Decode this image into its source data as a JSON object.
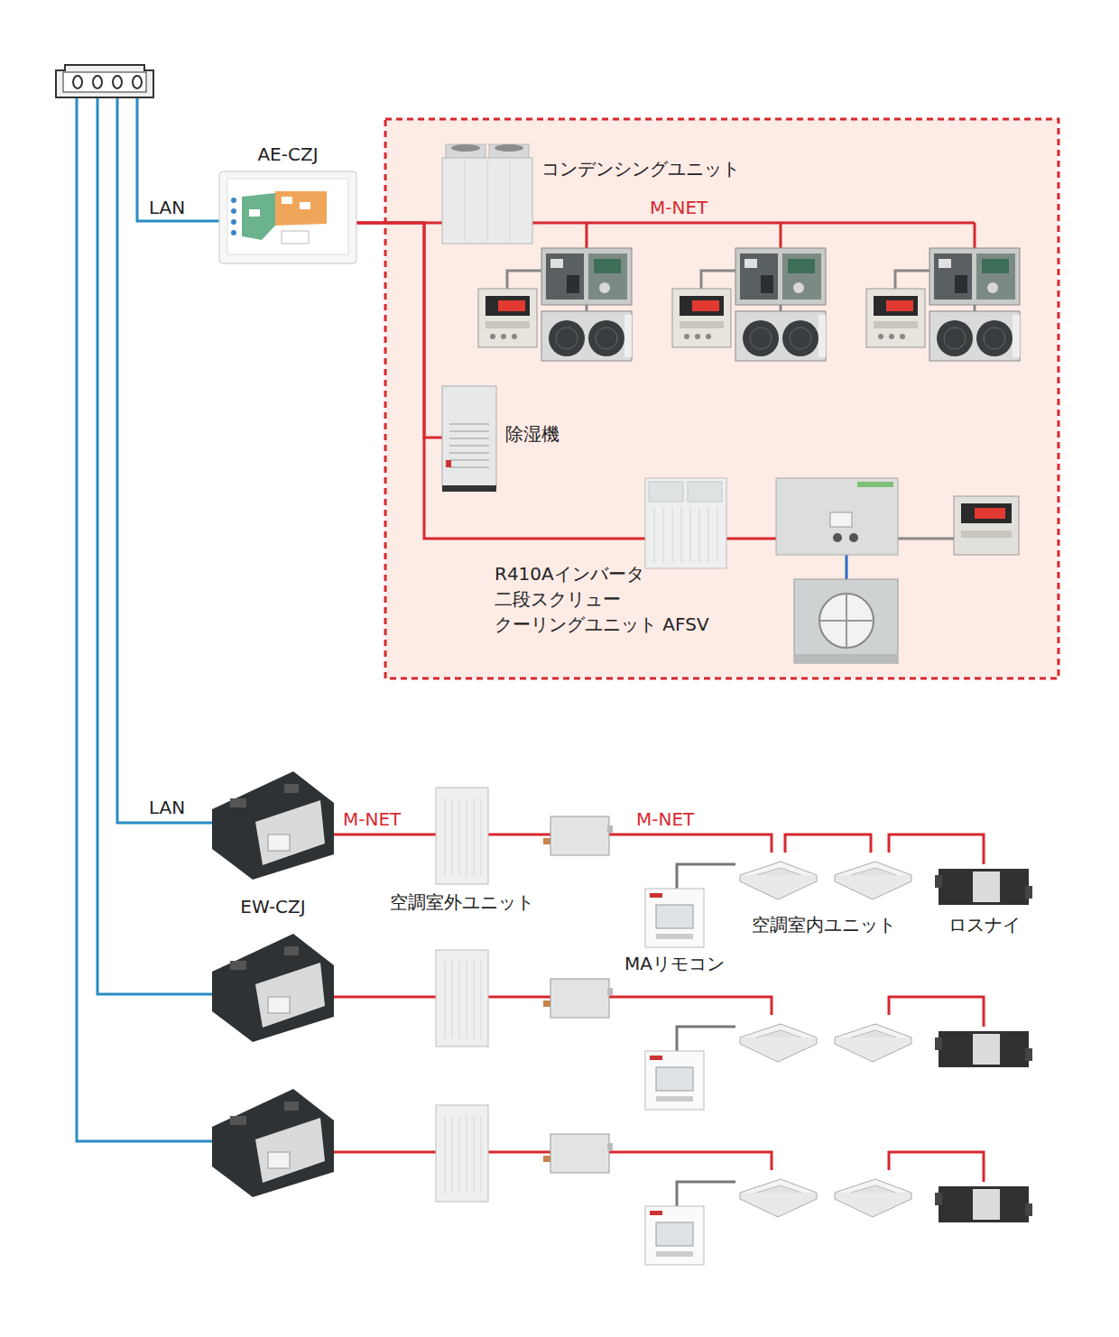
{
  "diagram": {
    "nodes": [
      {
        "text": [
          "AE-CZJ"
        ]
      },
      {
        "text": [
          "コンデンシングユニット"
        ]
      },
      {
        "text": [
          "除湿機"
        ]
      },
      {
        "text": [
          "R410Aインバータ 二段スクリュー クーリングユニット AFSV"
        ]
      },
      {
        "text": [
          "EW-CZJ"
        ]
      },
      {
        "text": [
          "空調室外ユニット"
        ]
      },
      {
        "text": [
          "MAリモコン"
        ]
      },
      {
        "text": [
          "空調室内ユニット"
        ]
      },
      {
        "text": [
          "ロスナイ"
        ]
      }
    ],
    "edges": [
      {
        "from": 0,
        "to": 1,
        "arrow": "none"
      },
      {
        "from": 0,
        "to": 2,
        "arrow": "none"
      },
      {
        "from": 0,
        "to": 3,
        "arrow": "none"
      },
      {
        "from": 4,
        "to": 5,
        "label": "M-NET",
        "arrow": "none"
      },
      {
        "from": 5,
        "to": 7,
        "label": "M-NET",
        "arrow": "none"
      },
      {
        "from": 7,
        "to": 8,
        "arrow": "none"
      },
      {
        "from": 6,
        "to": 7,
        "arrow": "none"
      }
    ],
    "labels": [
      "LAN",
      "M-NET",
      "LAN"
    ]
  }
}
